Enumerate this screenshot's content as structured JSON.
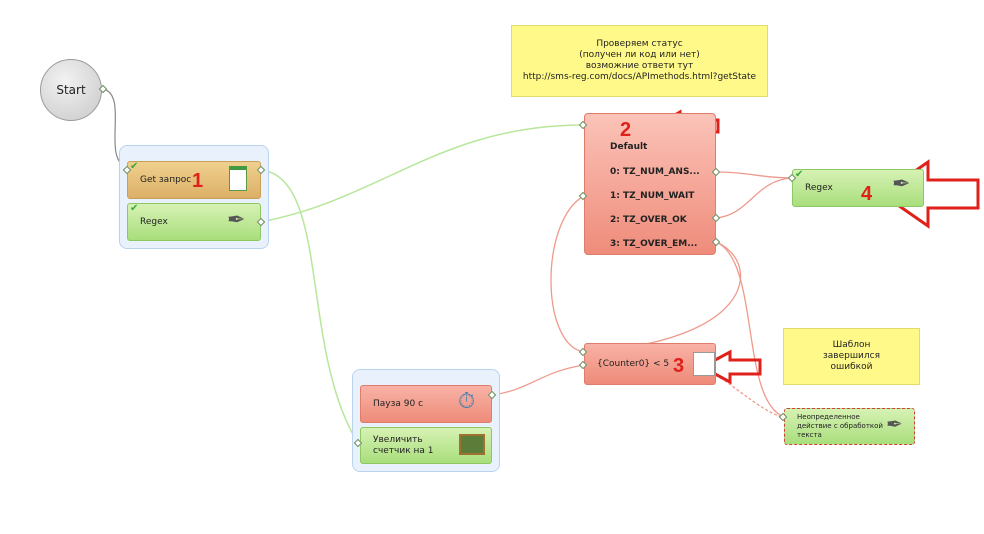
{
  "start": {
    "label": "Start"
  },
  "group1": {
    "get_request": {
      "label": "Get запрос"
    },
    "regex": {
      "label": "Regex"
    }
  },
  "note_top": {
    "lines": [
      "Проверяем статус",
      "(получен ли код или нет)",
      "возможние ответи тут",
      "http://sms-reg.com/docs/APImethods.html?getState"
    ]
  },
  "switch_node": {
    "default_label": "Default",
    "cases": [
      "0: TZ_NUM_ANS...",
      "1: TZ_NUM_WAIT",
      "2: TZ_OVER_OK",
      "3: TZ_OVER_EM..."
    ]
  },
  "regex_right": {
    "label": "Regex"
  },
  "condition": {
    "label": "{Counter0} < 5"
  },
  "note_error": {
    "text": "Шаблон завершился ошибкой"
  },
  "undefined_action": {
    "label": "Неопределенное действие с обработкой текста"
  },
  "group2": {
    "pause": {
      "label": "Пауза 90 с"
    },
    "increment": {
      "label": "Увеличить счетчик на 1"
    }
  },
  "annotations": {
    "n1": "1",
    "n2": "2",
    "n3": "3",
    "n4": "4"
  },
  "colors": {
    "green_wire": "#9fd97a",
    "salmon_wire": "#ef9a8c",
    "gray_wire": "#888888",
    "red_arrow": "#e0201a"
  }
}
